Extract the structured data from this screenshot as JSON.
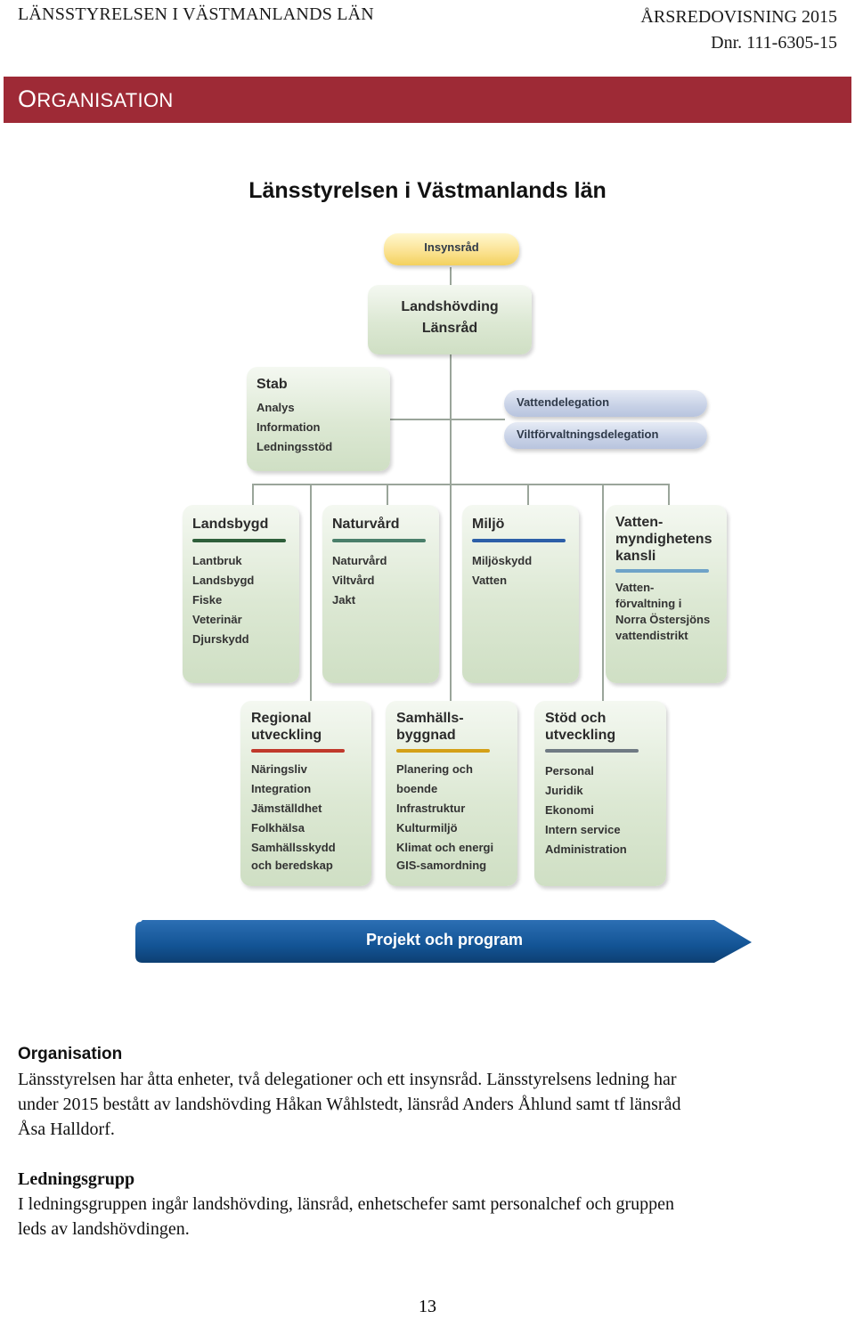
{
  "header": {
    "left": "LÄNSSTYRELSEN I VÄSTMANLANDS LÄN",
    "right_line1": "ÅRSREDOVISNING 2015",
    "right_line2": "Dnr. 111-6305-15"
  },
  "section": {
    "title_first": "O",
    "title_rest": "RGANISATION"
  },
  "chart": {
    "title": "Länsstyrelsen i Västmanlands län",
    "insynsrad": "Insynsråd",
    "top": {
      "line1": "Landshövding",
      "line2": "Länsråd"
    },
    "stab": {
      "title": "Stab",
      "items": [
        "Analys",
        "Information",
        "Ledningsstöd"
      ]
    },
    "delegations": [
      "Vattendelegation",
      "Viltförvaltningsdelegation"
    ],
    "units_row1": [
      {
        "title": "Landsbygd",
        "stroke": "#2e5f3a",
        "items": [
          "Lantbruk",
          "Landsbygd",
          "Fiske",
          "Veterinär",
          "Djurskydd"
        ]
      },
      {
        "title": "Naturvård",
        "stroke": "#4a7f6a",
        "items": [
          "Naturvård",
          "Viltvård",
          "Jakt"
        ]
      },
      {
        "title": "Miljö",
        "stroke": "#2d5fa8",
        "items": [
          "Miljöskydd",
          "Vatten"
        ]
      },
      {
        "title_l1": "Vatten-",
        "title_l2": "myndighetens",
        "title_l3": "kansli",
        "stroke": "#6fa3c8",
        "sub_l1": "Vatten-",
        "sub_l2": "förvaltning i",
        "sub_l3": "Norra Östersjöns",
        "sub_l4": "vattendistrikt"
      }
    ],
    "units_row2": [
      {
        "title_l1": "Regional",
        "title_l2": "utveckling",
        "stroke": "#c0392b",
        "items": [
          "Näringsliv",
          "Integration",
          "Jämställdhet",
          "Folkhälsa",
          "Samhällsskydd",
          "och beredskap"
        ]
      },
      {
        "title_l1": "Samhälls-",
        "title_l2": "byggnad",
        "stroke": "#d4a017",
        "items": [
          "Planering och",
          "boende",
          "Infrastruktur",
          "Kulturmiljö",
          "Klimat och energi",
          "GIS-samordning"
        ]
      },
      {
        "title_l1": "Stöd och",
        "title_l2": "utveckling",
        "stroke": "#6f7a83",
        "items": [
          "Personal",
          "Juridik",
          "Ekonomi",
          "Intern service",
          "Administration"
        ]
      }
    ],
    "arrow_label": "Projekt och program"
  },
  "caption": {
    "heading": "Organisation",
    "line1": "Länsstyrelsen har åtta enheter, två delegationer och ett insynsråd. Länsstyrelsens ledning har",
    "line2": "under 2015 bestått av landshövding Håkan Wåhlstedt, länsråd Anders Åhlund samt tf länsråd",
    "line3": "Åsa Halldorf."
  },
  "ledningsgrupp": {
    "heading": "Ledningsgrupp",
    "line1": "I ledningsgruppen ingår landshövding, länsråd, enhetschefer samt personalchef och gruppen",
    "line2": "leds av landshövdingen."
  },
  "page_number": "13"
}
